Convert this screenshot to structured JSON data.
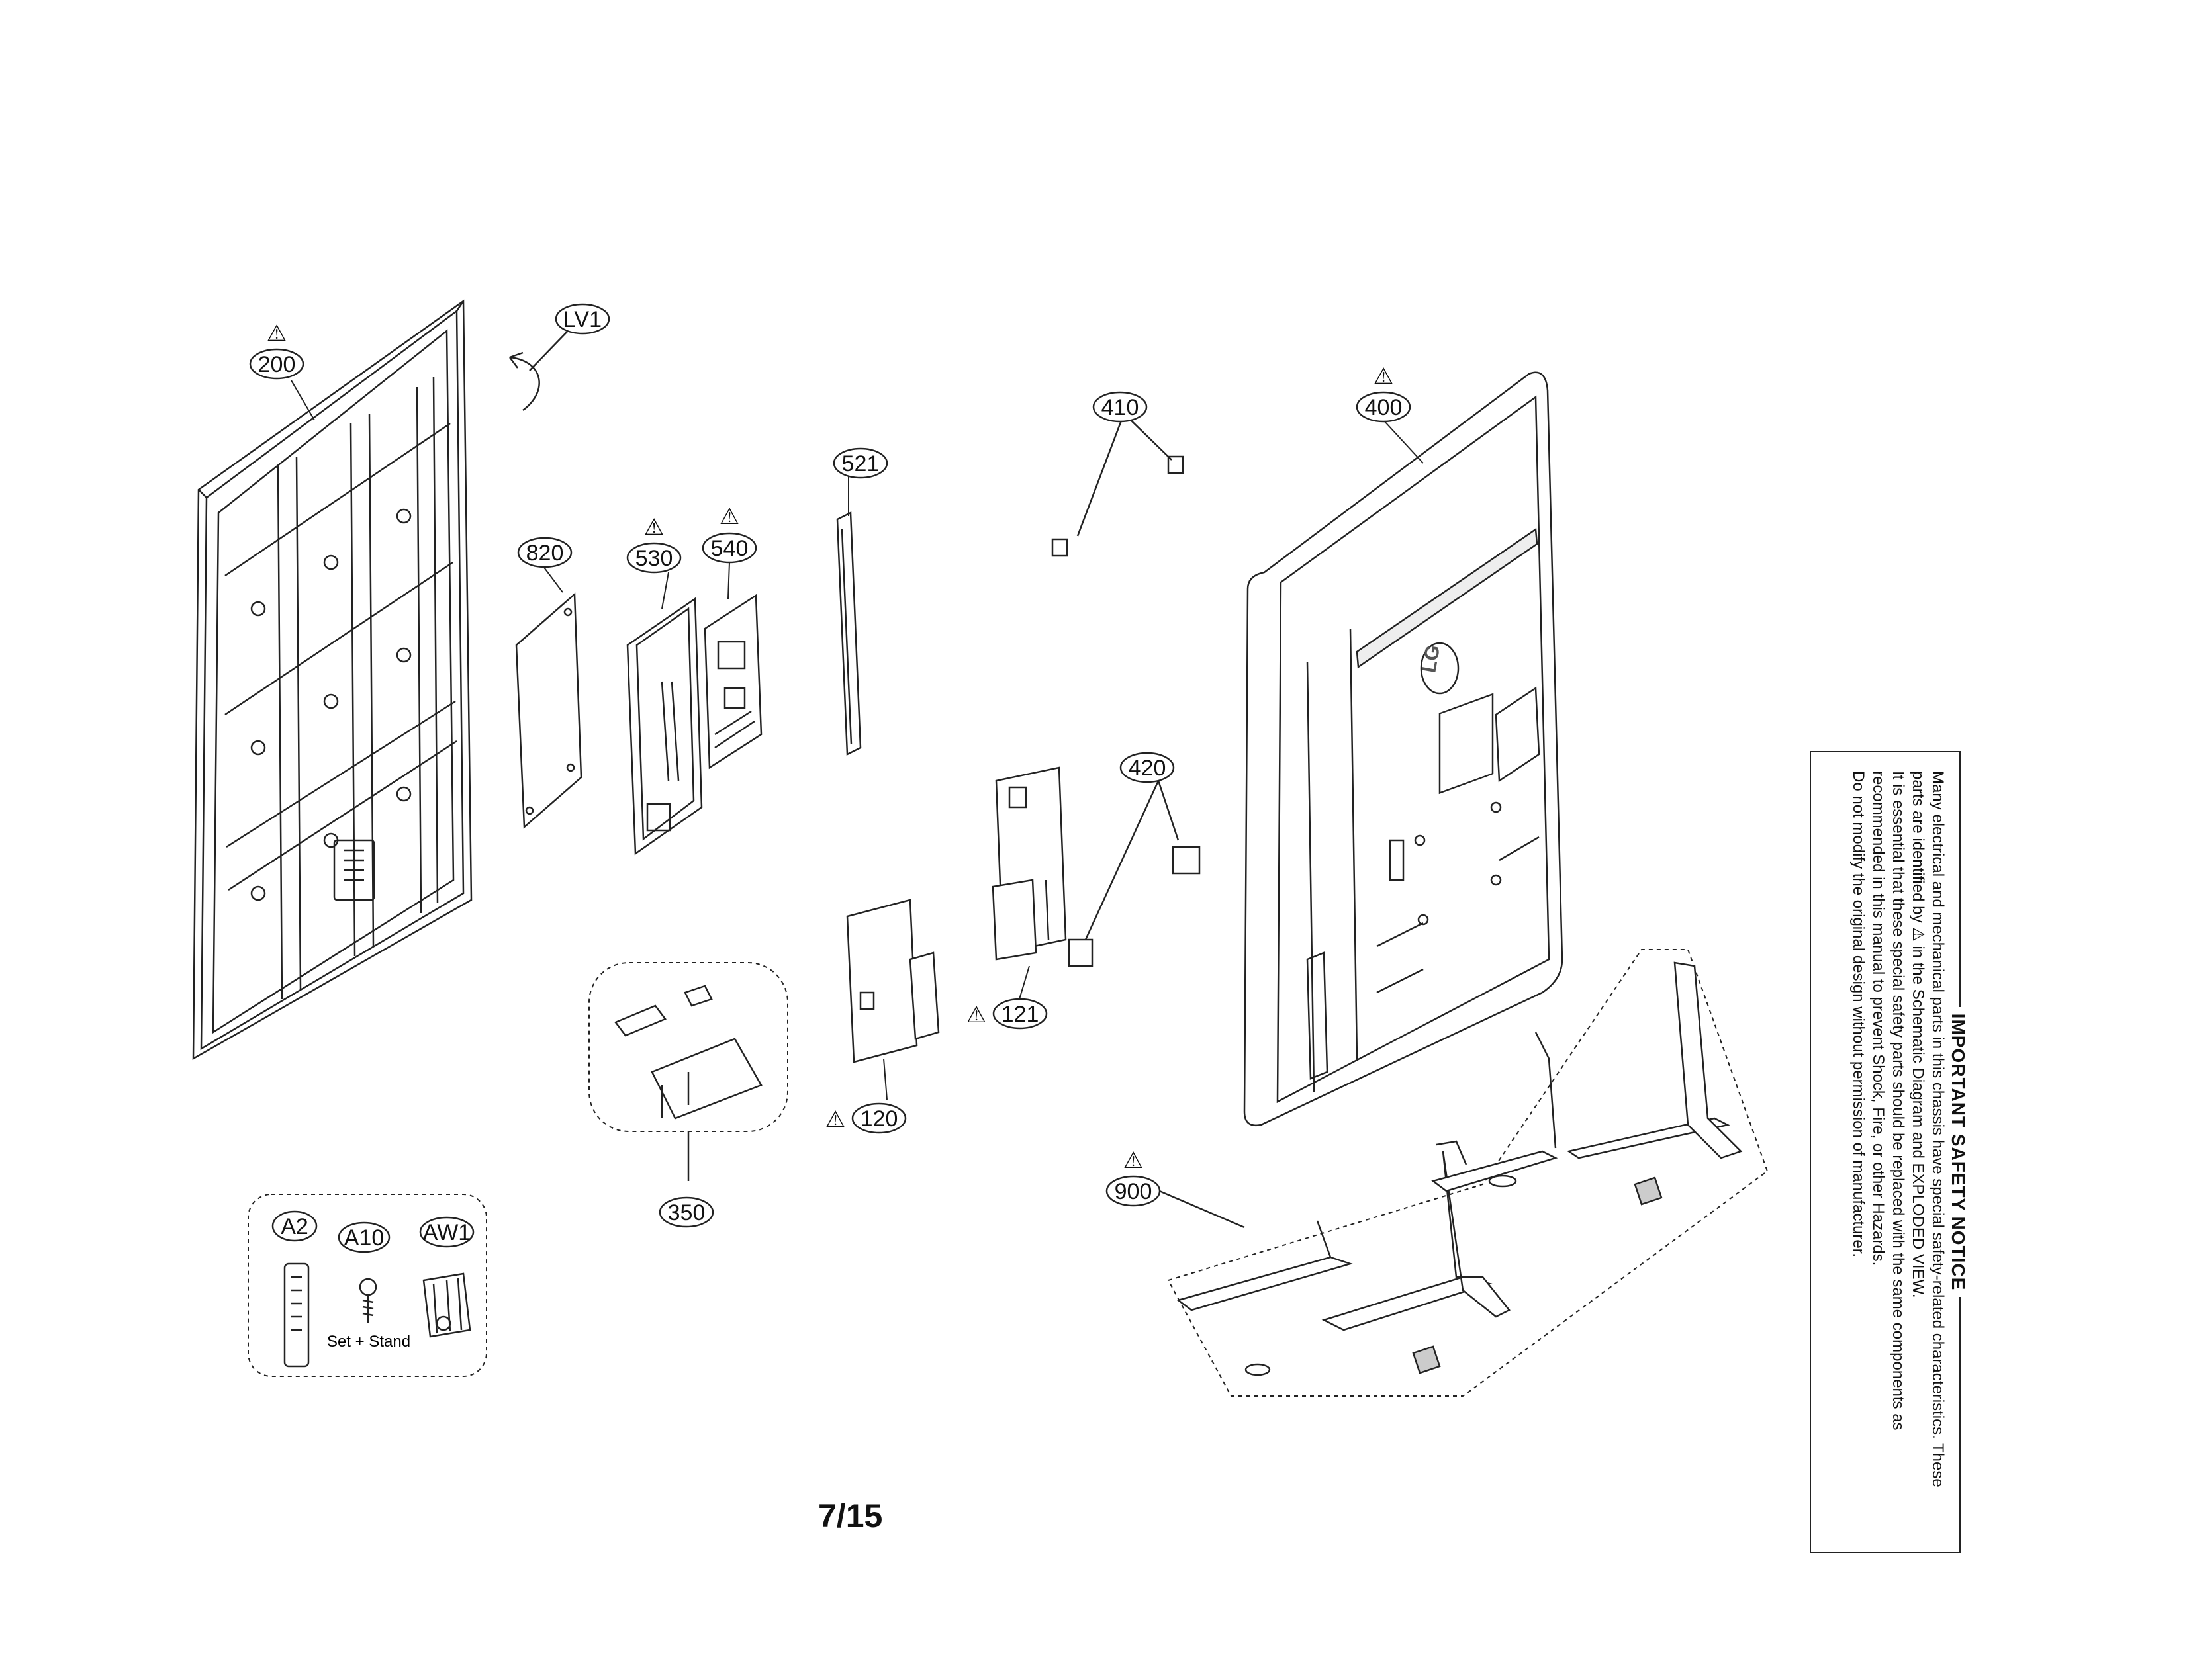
{
  "page_number": "7/15",
  "callouts": {
    "p200": "200",
    "lv1": "LV1",
    "p820": "820",
    "p530": "530",
    "p540": "540",
    "p521": "521",
    "p410": "410",
    "p400": "400",
    "p420": "420",
    "p121": "121",
    "p120": "120",
    "p350": "350",
    "p900": "900",
    "a2": "A2",
    "a10": "A10",
    "aw1": "AW1"
  },
  "accessory_caption": "Set + Stand",
  "back_cover_logo": "LG",
  "safety_notice": {
    "title": "IMPORTANT SAFETY NOTICE",
    "line1": "Many electrical and mechanical parts in this chassis have special safety-related characteristics. These",
    "line2": "parts are identified by ⚠ in the Schematic Diagram and EXPLODED VIEW.",
    "line3": "It is essential that these special safety parts should be replaced with the same components as",
    "line4": "recommended in this manual to prevent Shock, Fire, or other Hazards.",
    "line5": "Do not modify the original design without permission of manufacturer."
  },
  "warning_symbol": "⚠"
}
